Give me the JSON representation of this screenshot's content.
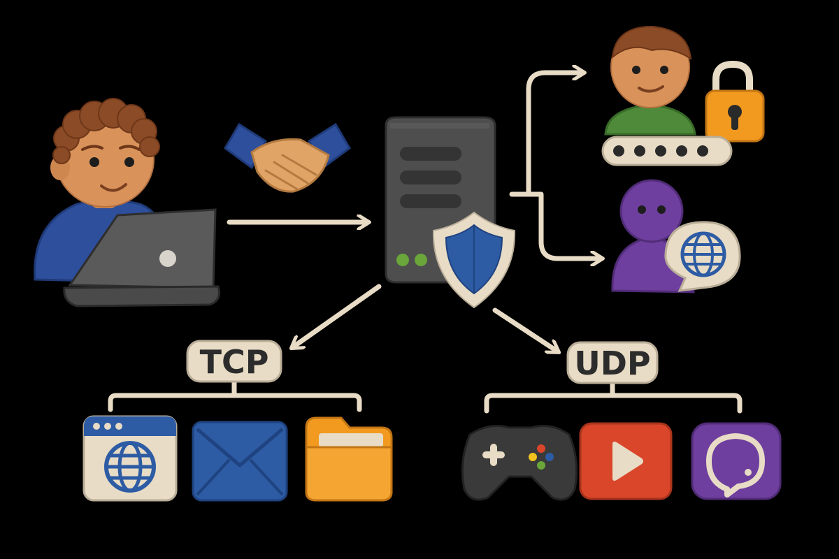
{
  "labels": {
    "tcp": "TCP",
    "udp": "UDP"
  },
  "nodes": {
    "client": "user-at-laptop",
    "handshake": "handshake-icon",
    "server": "server-tower",
    "secure_user": "user-with-password-lock",
    "web_user": "user-with-globe",
    "tcp_apps": [
      "web-browser-icon",
      "email-icon",
      "folder-icon"
    ],
    "udp_apps": [
      "gamepad-icon",
      "video-play-icon",
      "voice-chat-icon"
    ]
  },
  "colors": {
    "background": "#000000",
    "clay_cream": "#e8dcc6",
    "clay_blue": "#2d5ba4",
    "clay_orange": "#f29a1f",
    "clay_red": "#d9462a",
    "clay_purple": "#6e3f9e",
    "clay_green": "#4f8a3a",
    "clay_gray": "#4e4e4e",
    "skin": "#d9935a",
    "hair": "#8a4b26"
  }
}
